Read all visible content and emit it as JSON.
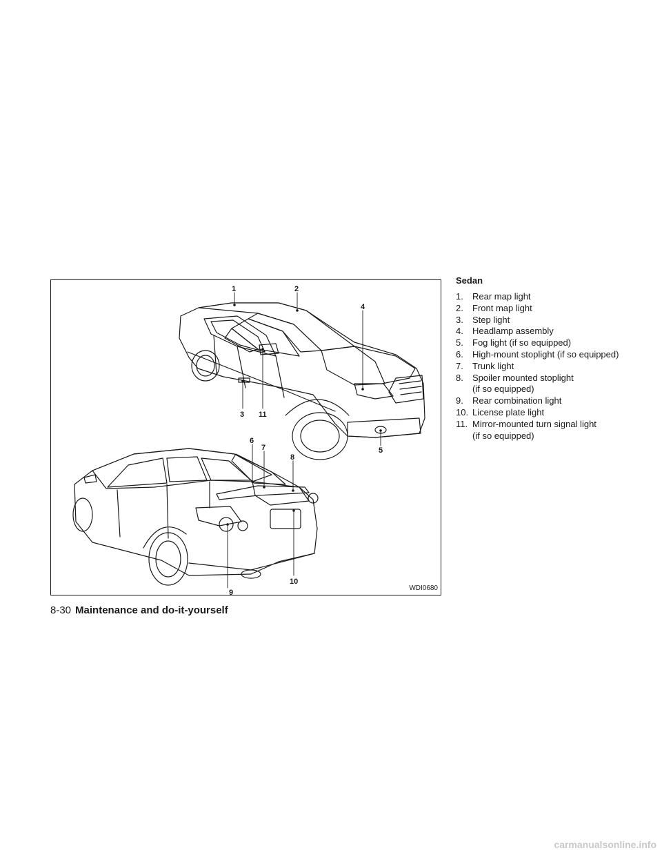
{
  "figure": {
    "code": "WDI0680",
    "callouts": [
      "1",
      "2",
      "3",
      "4",
      "5",
      "6",
      "7",
      "8",
      "9",
      "10",
      "11"
    ]
  },
  "legend": {
    "heading": "Sedan",
    "items": [
      {
        "num": "1.",
        "text": "Rear map light"
      },
      {
        "num": "2.",
        "text": "Front map light"
      },
      {
        "num": "3.",
        "text": "Step light"
      },
      {
        "num": "4.",
        "text": "Headlamp assembly"
      },
      {
        "num": "5.",
        "text": "Fog light (if so equipped)"
      },
      {
        "num": "6.",
        "text": "High-mount stoplight (if so equipped)"
      },
      {
        "num": "7.",
        "text": "Trunk light"
      },
      {
        "num": "8.",
        "text": "Spoiler mounted stoplight"
      },
      {
        "num": "",
        "text": "(if so equipped)"
      },
      {
        "num": "9.",
        "text": "Rear combination light"
      },
      {
        "num": "10.",
        "text": "License plate light"
      },
      {
        "num": "11.",
        "text": "Mirror-mounted turn signal light"
      },
      {
        "num": "",
        "text": "(if so equipped)"
      }
    ]
  },
  "footer": {
    "page": "8-30",
    "section": "Maintenance and do-it-yourself"
  },
  "watermark": "carmanualsonline.info"
}
